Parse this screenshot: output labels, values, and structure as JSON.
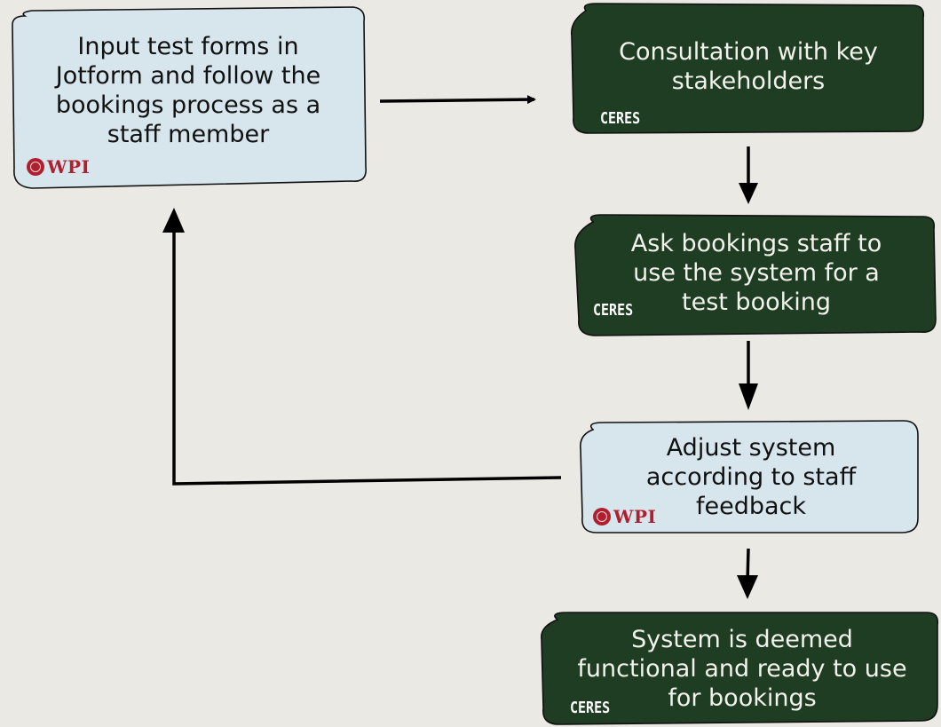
{
  "colors": {
    "background": "#ebe9e4",
    "light_box": "#d6e6ec",
    "dark_box": "#1f3d22",
    "arrow": "#000000",
    "wpi_red": "#b01f2f"
  },
  "nodes": [
    {
      "id": "input-test-forms",
      "text": "Input test forms in\nJotform and follow the\nbookings process as a\nstaff member",
      "style": "light",
      "logo": "WPI"
    },
    {
      "id": "consultation",
      "text": "Consultation with key\nstakeholders",
      "style": "dark",
      "logo": "CERES"
    },
    {
      "id": "ask-staff",
      "text": "Ask bookings staff to\nuse the system for a\ntest booking",
      "style": "dark",
      "logo": "CERES"
    },
    {
      "id": "adjust-system",
      "text": "Adjust system\naccording to staff\nfeedback",
      "style": "light",
      "logo": "WPI"
    },
    {
      "id": "system-functional",
      "text": "System is deemed\nfunctional and ready to use\nfor bookings",
      "style": "dark",
      "logo": "CERES"
    }
  ],
  "edges": [
    {
      "from": "input-test-forms",
      "to": "consultation"
    },
    {
      "from": "consultation",
      "to": "ask-staff"
    },
    {
      "from": "ask-staff",
      "to": "adjust-system"
    },
    {
      "from": "adjust-system",
      "to": "system-functional"
    },
    {
      "from": "adjust-system",
      "to": "input-test-forms"
    }
  ]
}
